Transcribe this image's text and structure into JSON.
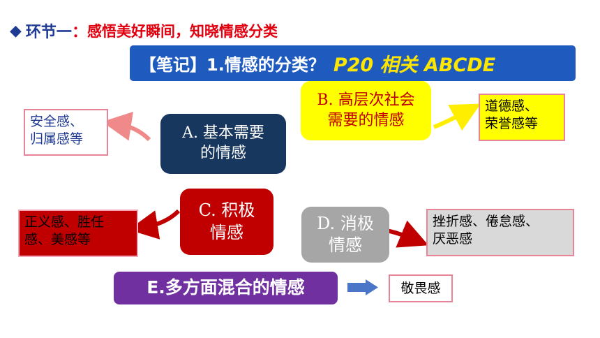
{
  "heading": {
    "icon": "diamond-icon",
    "lead": "环节一",
    "colon": "：",
    "topic": "感悟美好瞬间，知晓情感分类"
  },
  "banner": {
    "note": "【笔记】1.情感的分类？",
    "ref": "P20  相关 ABCDE"
  },
  "categories": {
    "a": {
      "label": [
        "A. 基本需要",
        "的情感"
      ],
      "example": [
        "安全感、",
        "归属感等"
      ]
    },
    "b": {
      "label": [
        "B. 高层次社会",
        "需要的情感"
      ],
      "example": [
        "道德感、",
        "荣誉感等"
      ]
    },
    "c": {
      "label": [
        "C. 积极",
        "情感"
      ],
      "example": [
        "正义感、胜任",
        "感、美感等"
      ]
    },
    "d": {
      "label": [
        "D. 消极",
        "情感"
      ],
      "example": [
        "挫折感、倦怠感、",
        "厌恶感"
      ]
    },
    "e": {
      "label": "E.多方面混合的情感",
      "example": "敬畏感"
    }
  },
  "colors": {
    "heading_blue": "#1f3a93",
    "heading_red": "#e0000f",
    "banner_bg": "#1f5bbf",
    "banner_ref": "#ffe600",
    "a_bg": "#17375e",
    "b_bg": "#ffff00",
    "c_bg": "#c00000",
    "d_bg": "#a6a6a6",
    "e_bg": "#7030a0",
    "example_border": "#e88497"
  }
}
